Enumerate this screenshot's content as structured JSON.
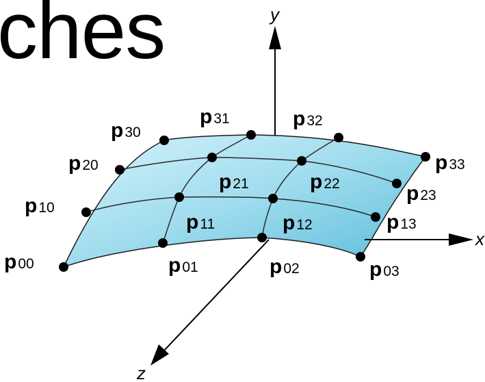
{
  "title": "ches",
  "axes": {
    "x_label": "x",
    "y_label": "y",
    "z_label": "z"
  },
  "colors": {
    "surface_light": "#c4ecf7",
    "surface_dark": "#5bbcd9",
    "surface_edge": "#1a1a1a",
    "point": "#000000"
  },
  "control_points": [
    {
      "letter": "p",
      "index": "00"
    },
    {
      "letter": "p",
      "index": "01"
    },
    {
      "letter": "p",
      "index": "02"
    },
    {
      "letter": "p",
      "index": "03"
    },
    {
      "letter": "p",
      "index": "10"
    },
    {
      "letter": "p",
      "index": "11"
    },
    {
      "letter": "p",
      "index": "12"
    },
    {
      "letter": "p",
      "index": "13"
    },
    {
      "letter": "p",
      "index": "20"
    },
    {
      "letter": "p",
      "index": "21"
    },
    {
      "letter": "p",
      "index": "22"
    },
    {
      "letter": "p",
      "index": "23"
    },
    {
      "letter": "p",
      "index": "30"
    },
    {
      "letter": "p",
      "index": "31"
    },
    {
      "letter": "p",
      "index": "32"
    },
    {
      "letter": "p",
      "index": "33"
    }
  ]
}
